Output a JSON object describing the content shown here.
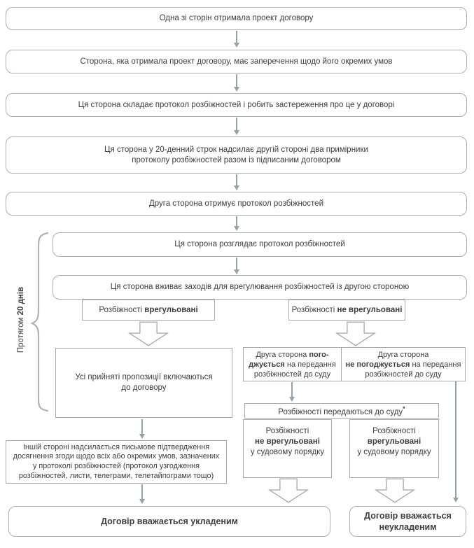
{
  "diagram": {
    "steps": {
      "s1": "Одна зі сторін отримала проект договору",
      "s2": "Сторона, яка отримала проект договору, має заперечення щодо його окремих умов",
      "s3": "Ця сторона складає протокол розбіжностей і робить застереження про це у договорі",
      "s4_l1": "Ця сторона у 20-денний строк надсилає другій стороні два примірники",
      "s4_l2": "протоколу розбіжностей разом із підписаним договором",
      "s5": "Друга сторона отримує протокол розбіжностей",
      "s6": "Ця сторона розглядає протокол розбіжностей",
      "s7": "Ця сторона вживає заходів для врегулювання розбіжностей із другою стороною"
    },
    "tags": {
      "resolved_prefix": "Розбіжності ",
      "resolved_bold": "врегульовані",
      "unresolved_prefix": "Розбіжності ",
      "unresolved_bold": "не врегульовані"
    },
    "left_branch": {
      "proposals_l1": "Усі прийняті пропозиції включаються",
      "proposals_l2": "до договору",
      "confirmation": "Іншій стороні надсилається письмове підтвердження досягнення згоди щодо всіх або окремих умов, зазначених у протоколі розбіжностей (протокол узгодження розбіжностей, листи, телеграми, телетайпограми тощо)",
      "concluded": "Договір вважається укладеним"
    },
    "right_branch": {
      "agree_l1_text": "Друга сторона ",
      "agree_l1_bold": "пого-",
      "agree_l2_bold": "джується",
      "agree_l2_text": " на передання",
      "agree_l3": "розбіжностей до суду",
      "disagree_l1": "Друга сторона",
      "disagree_l2_bold": "не погоджується",
      "disagree_l2_text": " на передання",
      "disagree_l3": "розбіжностей до суду",
      "court_transfer": "Розбіжності передаються до суду",
      "court_asterisk": "*",
      "court_unresolved_l1": "Розбіжності",
      "court_unresolved_bold": "не врегульовані",
      "court_unresolved_l3": "у судовому порядку",
      "court_resolved_l1": "Розбіжності",
      "court_resolved_bold": "врегульовані",
      "court_resolved_l3": "у судовому порядку",
      "not_concluded_l1": "Договір вважається",
      "not_concluded_l2": "неукладеним"
    },
    "side_label": {
      "prefix": "Протягом ",
      "bold": "20 днів"
    },
    "colors": {
      "border": "#a9a9a9",
      "arrow": "#9aa0a4",
      "text": "#3d3d3d"
    }
  }
}
